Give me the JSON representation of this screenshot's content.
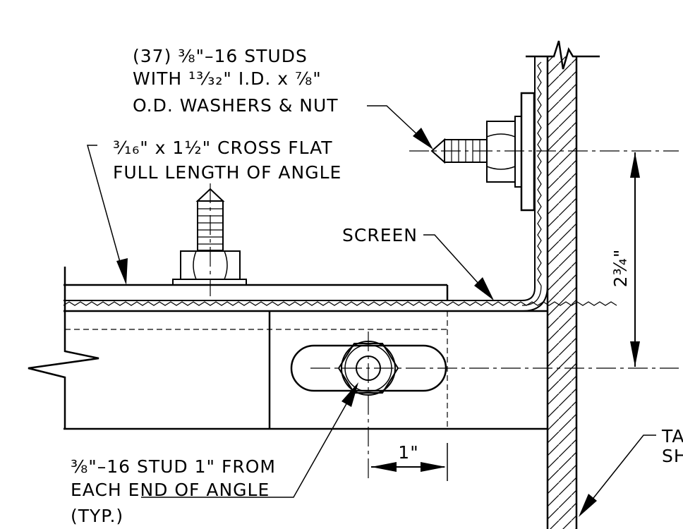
{
  "labels": {
    "studs_note": [
      "(37) ⅜\"–16 STUDS",
      "WITH ¹³⁄₃₂\" I.D. x ⅞\"",
      "O.D. WASHERS & NUT"
    ],
    "cross_flat_note": [
      "³⁄₁₆\" x 1½\" CROSS FLAT",
      "FULL LENGTH OF ANGLE"
    ],
    "screen_note": "SCREEN",
    "stud_end_note": [
      "⅜\"–16 STUD 1\" FROM",
      "EACH END OF ANGLE",
      "(TYP.)"
    ],
    "tank_note": [
      "TA",
      "SH"
    ],
    "dim_vertical": "2¾\"",
    "dim_horizontal": "1\""
  }
}
